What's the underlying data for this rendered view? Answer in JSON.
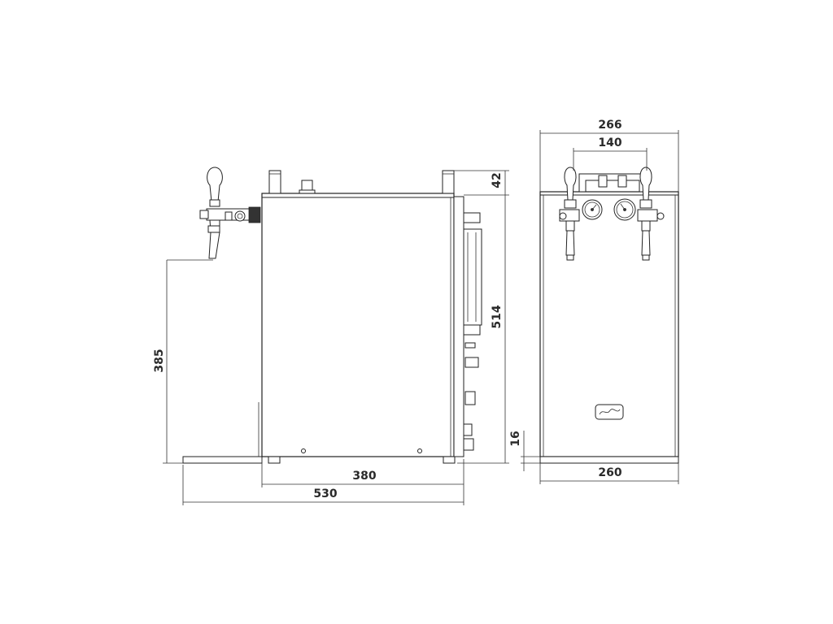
{
  "dimensions": {
    "side_total_depth": "530",
    "side_body_depth": "380",
    "side_tap_height": "385",
    "side_body_height": "514",
    "side_top_offset": "42",
    "front_width_top": "266",
    "front_tap_spacing": "140",
    "front_width_bottom": "260",
    "front_foot_height": "16"
  }
}
